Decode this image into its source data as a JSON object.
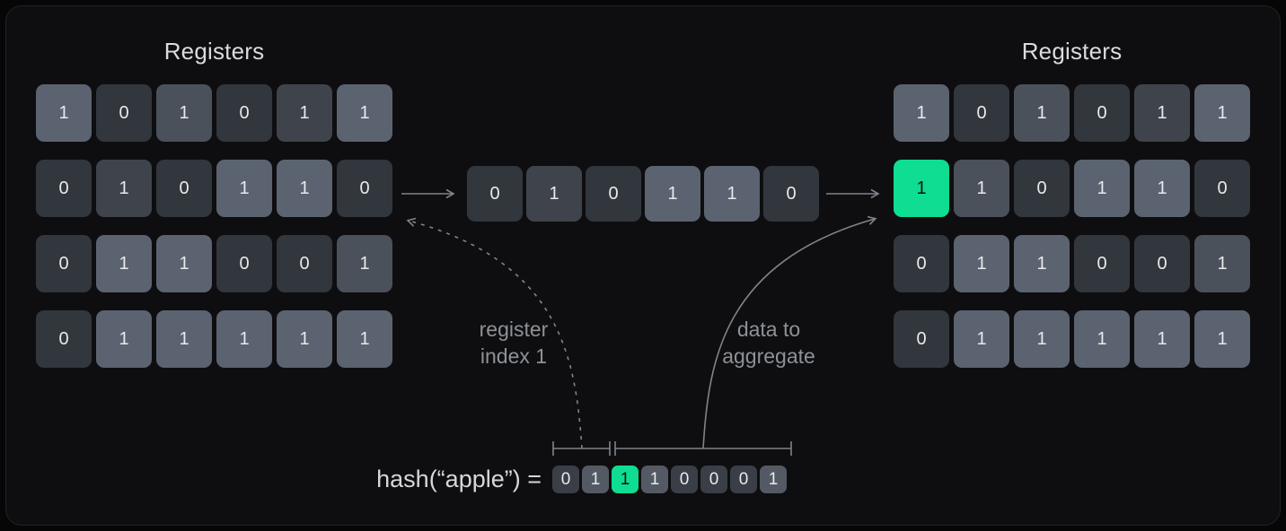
{
  "colors": {
    "outer_bg": "#060607",
    "canvas_bg": "#0e0e10",
    "border": "#222226",
    "cell_dark": "#32363d",
    "cell_mid": "#3f444c",
    "cell_midlight": "#4b515b",
    "cell_light": "#5b6370",
    "cell_green": "#0edd92",
    "green_text": "#0d1217",
    "cell_text": "#e9eaec",
    "bit_dark": "#3a3e46",
    "bit_mid": "#545a64",
    "title_text": "#d9dbde",
    "label_text": "#8e9197",
    "hash_text": "#d5d7da",
    "arrow": "#7f848c"
  },
  "left_panel": {
    "title": "Registers"
  },
  "right_panel": {
    "title": "Registers"
  },
  "annotations": {
    "register_index": {
      "line1": "register",
      "line2": "index 1"
    },
    "data_aggregate": {
      "line1": "data to",
      "line2": "aggregate"
    }
  },
  "hash": {
    "label": "hash(“apple”) ="
  },
  "grids": {
    "left": {
      "rows": [
        [
          {
            "v": "1",
            "shade": "light"
          },
          {
            "v": "0",
            "shade": "dark"
          },
          {
            "v": "1",
            "shade": "midlight"
          },
          {
            "v": "0",
            "shade": "dark"
          },
          {
            "v": "1",
            "shade": "mid"
          },
          {
            "v": "1",
            "shade": "light"
          }
        ],
        [
          {
            "v": "0",
            "shade": "dark"
          },
          {
            "v": "1",
            "shade": "mid"
          },
          {
            "v": "0",
            "shade": "dark"
          },
          {
            "v": "1",
            "shade": "light"
          },
          {
            "v": "1",
            "shade": "light"
          },
          {
            "v": "0",
            "shade": "dark"
          }
        ],
        [
          {
            "v": "0",
            "shade": "dark"
          },
          {
            "v": "1",
            "shade": "light"
          },
          {
            "v": "1",
            "shade": "light"
          },
          {
            "v": "0",
            "shade": "dark"
          },
          {
            "v": "0",
            "shade": "dark"
          },
          {
            "v": "1",
            "shade": "midlight"
          }
        ],
        [
          {
            "v": "0",
            "shade": "dark"
          },
          {
            "v": "1",
            "shade": "light"
          },
          {
            "v": "1",
            "shade": "light"
          },
          {
            "v": "1",
            "shade": "light"
          },
          {
            "v": "1",
            "shade": "light"
          },
          {
            "v": "1",
            "shade": "light"
          }
        ]
      ]
    },
    "middle": {
      "rows": [
        [
          {
            "v": "0",
            "shade": "dark"
          },
          {
            "v": "1",
            "shade": "mid"
          },
          {
            "v": "0",
            "shade": "dark"
          },
          {
            "v": "1",
            "shade": "light"
          },
          {
            "v": "1",
            "shade": "light"
          },
          {
            "v": "0",
            "shade": "dark"
          }
        ]
      ]
    },
    "right": {
      "rows": [
        [
          {
            "v": "1",
            "shade": "light"
          },
          {
            "v": "0",
            "shade": "dark"
          },
          {
            "v": "1",
            "shade": "midlight"
          },
          {
            "v": "0",
            "shade": "dark"
          },
          {
            "v": "1",
            "shade": "mid"
          },
          {
            "v": "1",
            "shade": "light"
          }
        ],
        [
          {
            "v": "1",
            "shade": "green"
          },
          {
            "v": "1",
            "shade": "midlight"
          },
          {
            "v": "0",
            "shade": "dark"
          },
          {
            "v": "1",
            "shade": "light"
          },
          {
            "v": "1",
            "shade": "light"
          },
          {
            "v": "0",
            "shade": "dark"
          }
        ],
        [
          {
            "v": "0",
            "shade": "dark"
          },
          {
            "v": "1",
            "shade": "light"
          },
          {
            "v": "1",
            "shade": "light"
          },
          {
            "v": "0",
            "shade": "dark"
          },
          {
            "v": "0",
            "shade": "dark"
          },
          {
            "v": "1",
            "shade": "midlight"
          }
        ],
        [
          {
            "v": "0",
            "shade": "dark"
          },
          {
            "v": "1",
            "shade": "light"
          },
          {
            "v": "1",
            "shade": "light"
          },
          {
            "v": "1",
            "shade": "light"
          },
          {
            "v": "1",
            "shade": "light"
          },
          {
            "v": "1",
            "shade": "light"
          }
        ]
      ]
    },
    "hash_bits": {
      "rows": [
        [
          {
            "v": "0",
            "shade": "dark"
          },
          {
            "v": "1",
            "shade": "mid"
          },
          {
            "v": "1",
            "shade": "green"
          },
          {
            "v": "1",
            "shade": "mid"
          },
          {
            "v": "0",
            "shade": "dark"
          },
          {
            "v": "0",
            "shade": "dark"
          },
          {
            "v": "0",
            "shade": "dark"
          },
          {
            "v": "1",
            "shade": "mid"
          }
        ]
      ]
    }
  }
}
